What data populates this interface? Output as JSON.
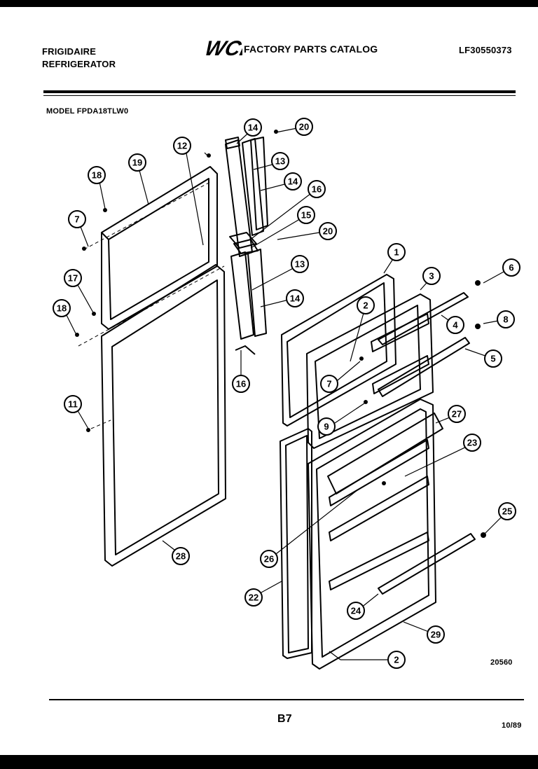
{
  "header": {
    "brand": "FRIGIDAIRE",
    "product": "REFRIGERATOR",
    "logo_text": "WCI",
    "catalog_title": "FACTORY PARTS CATALOG",
    "doc_number": "LF30550373"
  },
  "model_line": "MODEL FPDA18TLW0",
  "diagram_code": "20560",
  "footer": {
    "page": "B7",
    "date": "10/89"
  },
  "callouts": [
    "1",
    "2",
    "3",
    "4",
    "5",
    "6",
    "7",
    "8",
    "9",
    "11",
    "12",
    "13",
    "14",
    "15",
    "16",
    "17",
    "18",
    "19",
    "20",
    "22",
    "23",
    "24",
    "25",
    "26",
    "27",
    "28",
    "29"
  ],
  "colors": {
    "ink": "#000000",
    "paper": "#ffffff"
  }
}
